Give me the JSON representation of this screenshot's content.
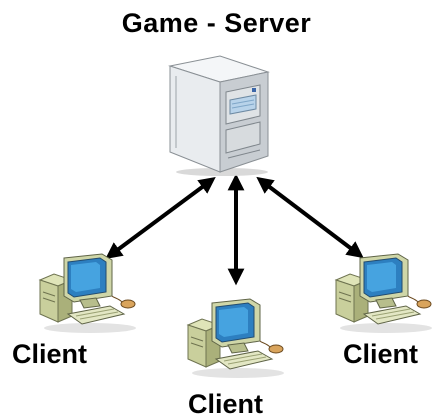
{
  "diagram": {
    "title": "Game - Server",
    "nodes": {
      "server": {
        "icon": "server-tower-icon"
      },
      "client_left": {
        "label": "Client",
        "icon": "desktop-computer-icon"
      },
      "client_bottom": {
        "label": "Client",
        "icon": "desktop-computer-icon"
      },
      "client_right": {
        "label": "Client",
        "icon": "desktop-computer-icon"
      }
    },
    "connections": [
      {
        "from": "server",
        "to": "client_left",
        "direction": "bidirectional"
      },
      {
        "from": "server",
        "to": "client_bottom",
        "direction": "bidirectional"
      },
      {
        "from": "server",
        "to": "client_right",
        "direction": "bidirectional"
      }
    ],
    "colors": {
      "arrow": "#000000",
      "text": "#000000",
      "background": "#ffffff",
      "monitor_screen": "#1f86c9",
      "computer_body": "#cfd6a8",
      "server_body": "#e6eaee"
    }
  }
}
